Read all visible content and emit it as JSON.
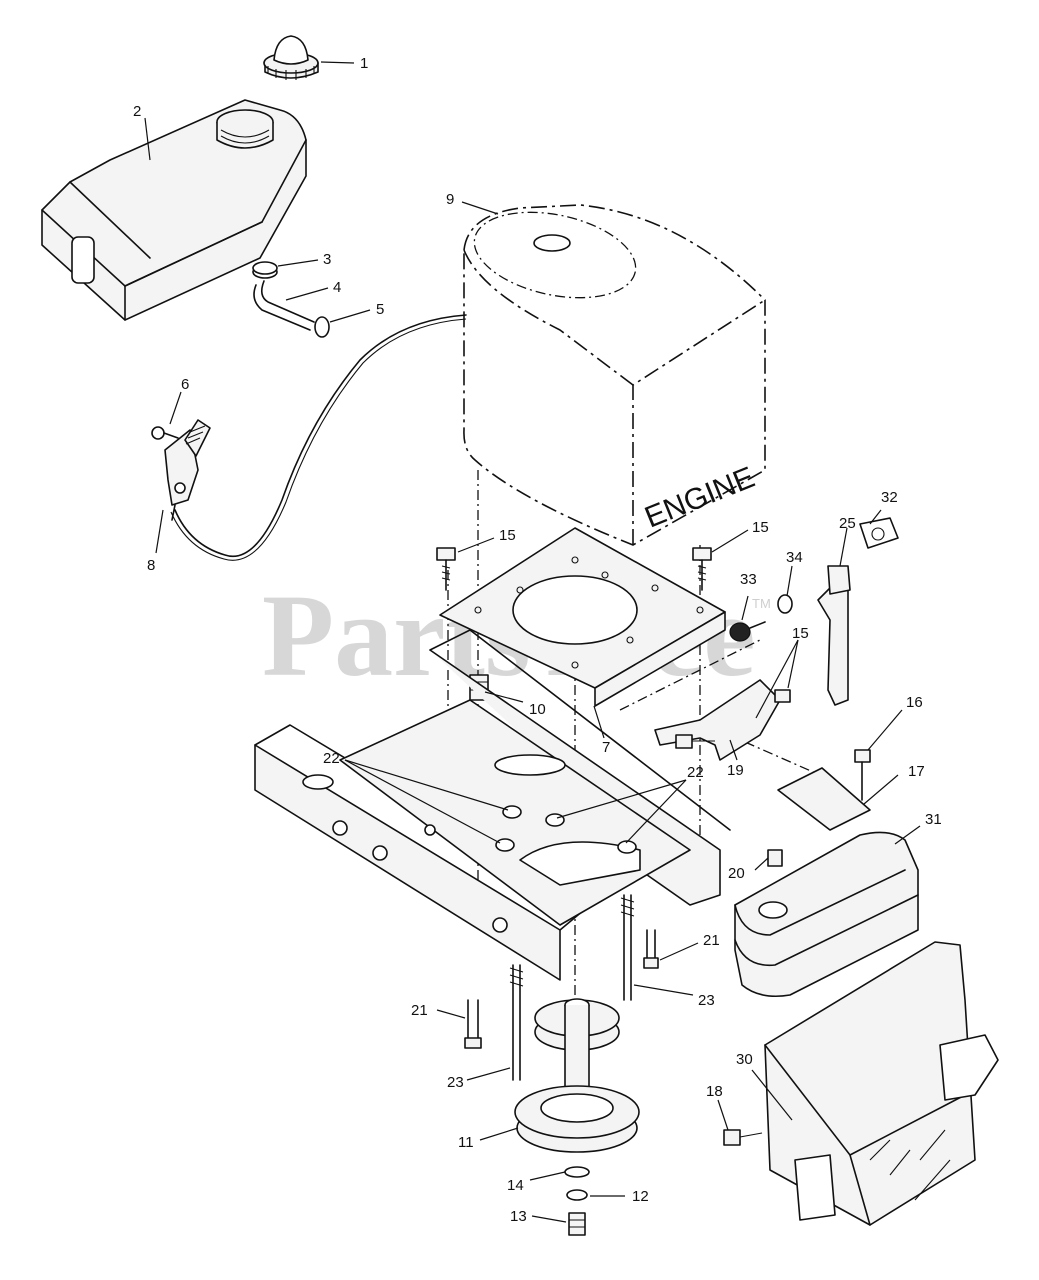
{
  "watermark": {
    "text": "PartsTree",
    "trademark": "TM"
  },
  "engine_label": "ENGINE",
  "callouts": [
    {
      "label": "1"
    },
    {
      "label": "2"
    },
    {
      "label": "3"
    },
    {
      "label": "4"
    },
    {
      "label": "5"
    },
    {
      "label": "6"
    },
    {
      "label": "8"
    },
    {
      "label": "9"
    },
    {
      "label": "15"
    },
    {
      "label": "15"
    },
    {
      "label": "32"
    },
    {
      "label": "25"
    },
    {
      "label": "34"
    },
    {
      "label": "33"
    },
    {
      "label": "15"
    },
    {
      "label": "10"
    },
    {
      "label": "7"
    },
    {
      "label": "22"
    },
    {
      "label": "22"
    },
    {
      "label": "16"
    },
    {
      "label": "17"
    },
    {
      "label": "19"
    },
    {
      "label": "31"
    },
    {
      "label": "20"
    },
    {
      "label": "21"
    },
    {
      "label": "21"
    },
    {
      "label": "23"
    },
    {
      "label": "23"
    },
    {
      "label": "30"
    },
    {
      "label": "18"
    },
    {
      "label": "11"
    },
    {
      "label": "14"
    },
    {
      "label": "12"
    },
    {
      "label": "13"
    }
  ]
}
